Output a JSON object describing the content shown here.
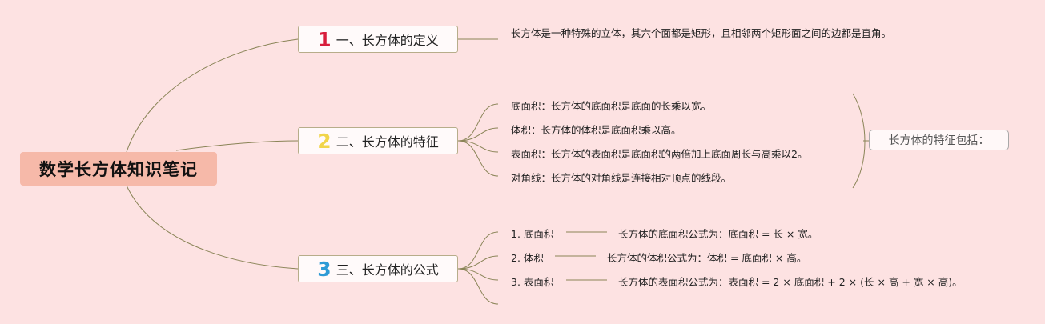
{
  "root": {
    "title": "数学长方体知识笔记"
  },
  "topics": [
    {
      "number": "1",
      "label": "一、长方体的定义",
      "color": "#d81e3c"
    },
    {
      "number": "2",
      "label": "二、长方体的特征",
      "color": "#f1d54a"
    },
    {
      "number": "3",
      "label": "三、长方体的公式",
      "color": "#2e9bd6"
    }
  ],
  "definition": {
    "text": "长方体是一种特殊的立体，其六个面都是矩形，且相邻两个矩形面之间的边都是直角。"
  },
  "features": [
    "底面积：长方体的底面积是底面的长乘以宽。",
    "体积：长方体的体积是底面积乘以高。",
    "表面积：长方体的表面积是底面积的两倍加上底面周长与高乘以2。",
    "对角线：长方体的对角线是连接相对顶点的线段。"
  ],
  "feature_summary": "长方体的特征包括：",
  "formulas": [
    {
      "name": "1. 底面积",
      "detail": "长方体的底面积公式为：底面积 = 长 × 宽。"
    },
    {
      "name": "2. 体积",
      "detail": "长方体的体积公式为：体积 = 底面积 × 高。"
    },
    {
      "name": "3. 表面积",
      "detail": "长方体的表面积公式为：表面积 = 2 × 底面积 + 2 × (长 × 高 + 宽 × 高)。"
    }
  ],
  "colors": {
    "line": "#8a8457",
    "background": "#fde2e2",
    "root_fill": "#f6b9a9"
  }
}
